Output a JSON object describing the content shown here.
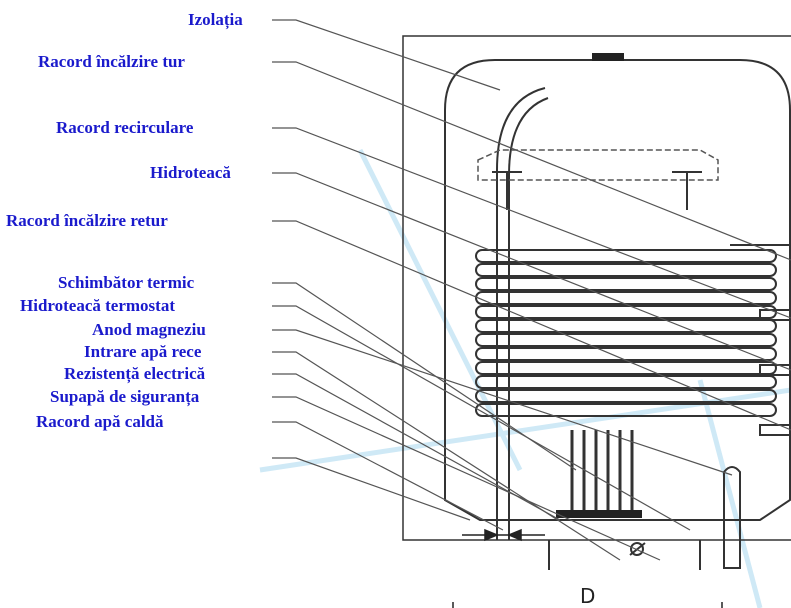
{
  "labels": {
    "izolatia": "Izolația",
    "racord_incalzire_tur": "Racord încălzire tur",
    "racord_recirculare": "Racord recirculare",
    "hidroteaca": "Hidroteacă",
    "racord_incalzire_retur": "Racord încălzire retur",
    "schimbator_termic": "Schimbător termic",
    "hidroteaca_termostat": "Hidroteacă termostat",
    "anod_magneziu": "Anod magneziu",
    "intrare_apa_rece": "Intrare apă rece",
    "rezistenta_electrica": "Rezistență electrică",
    "supapa_de_siguranta": "Supapă de siguranța",
    "racord_apa_calda": "Racord apă caldă"
  },
  "dimension": {
    "d_label": "D"
  },
  "colors": {
    "label": "#1a1acc",
    "line": "#333333",
    "watermark": "#bfe4f5"
  }
}
